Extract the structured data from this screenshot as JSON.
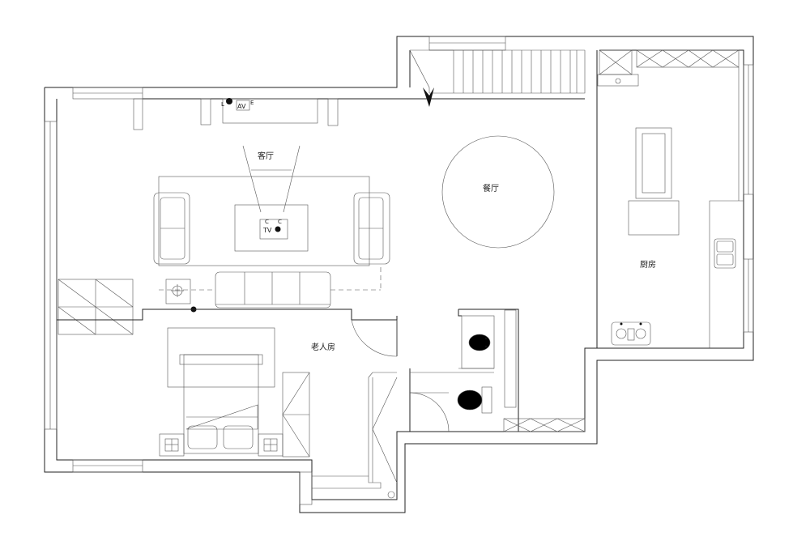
{
  "rooms": {
    "living": "客厅",
    "dining": "餐厅",
    "kitchen": "厨房",
    "elder_bedroom": "老人房"
  },
  "equipment": {
    "av_label": "AV",
    "tv_label": "TV",
    "e_mark": "E",
    "l_mark": "L",
    "c_mark": "C"
  }
}
